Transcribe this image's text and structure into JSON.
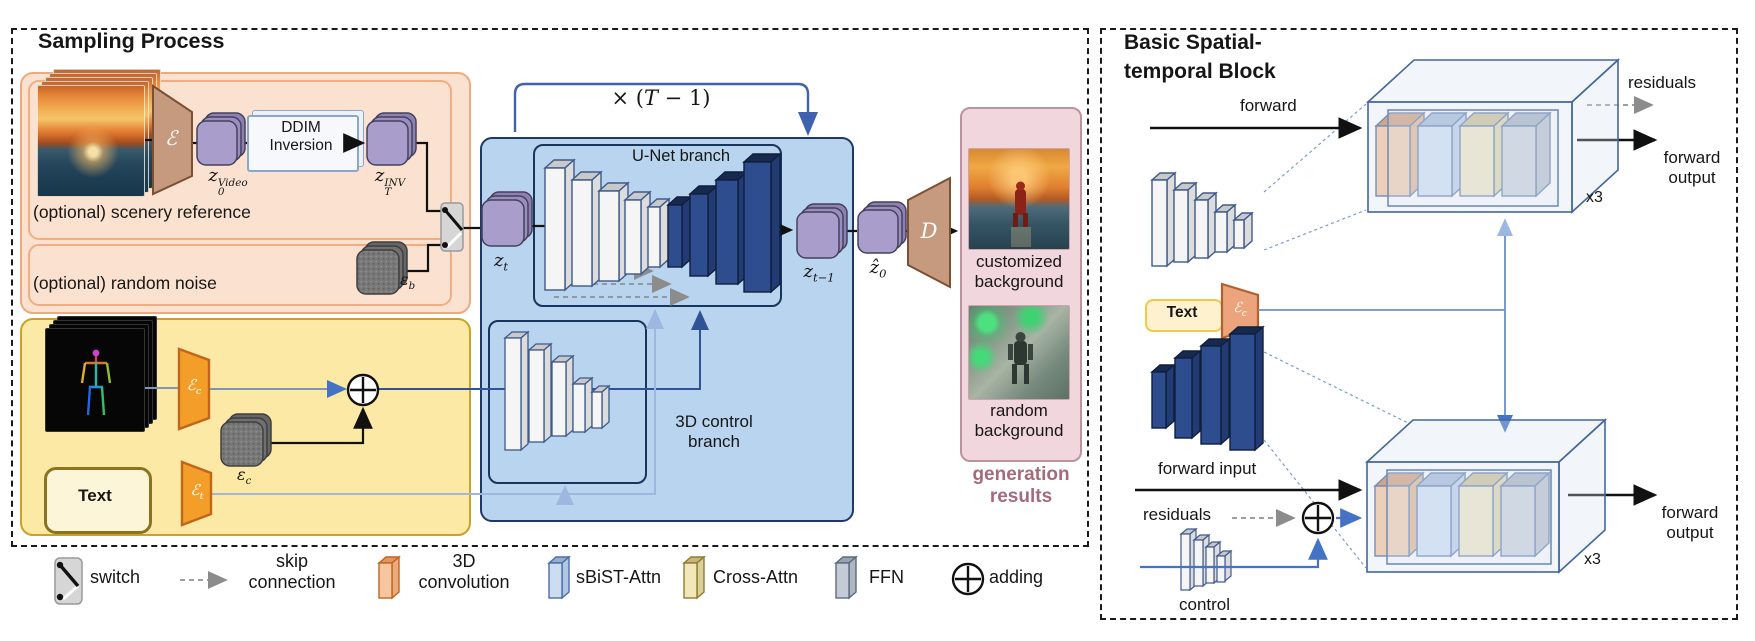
{
  "colors": {
    "panel_blue": "#b9d4ee",
    "box_orange": "#fbe2d0",
    "box_yellow": "#fce9a5",
    "results_pink": "#f1d7dd",
    "results_caption": "#a56a7b",
    "cube_purple": "#a99dcb",
    "conv_orange": "#f6c6a0",
    "attn_blue": "#ccddf2",
    "cross_yellow": "#f2e6bb",
    "ffn_gray": "#c5cbd6",
    "dark_block_blue": "#2e4d8e",
    "encoder_tan": "#c69a7f",
    "encoder_orange": "#f49e2a",
    "loop_blue": "#3f62ad"
  },
  "left": {
    "title": "Sampling Process",
    "scenery_caption": "(optional) scenery reference",
    "noise_caption": "(optional) random noise",
    "encoder": "ℰ",
    "decoder": "D",
    "ddim1": "DDIM",
    "ddim2": "Inversion",
    "z0": {
      "base": "z",
      "sup": "Video",
      "sub": "0"
    },
    "zT": {
      "base": "z",
      "sup": "INV",
      "sub": "T"
    },
    "zt": {
      "base": "z",
      "sub": "t"
    },
    "zt1": {
      "base": "z",
      "sub": "t−1"
    },
    "zhat0": {
      "base": "ẑ",
      "sub": "0"
    },
    "eps_b": {
      "base": "ε",
      "sub": "b"
    },
    "eps_c": {
      "base": "ε",
      "sub": "c"
    },
    "enc_c": {
      "base": "ℰ",
      "sub": "c"
    },
    "enc_t": {
      "base": "ℰ",
      "sub": "t"
    },
    "loop": {
      "pre": "× (",
      "t": "T",
      "post": " − 1)"
    },
    "unet_label": "U-Net branch",
    "control1": "3D control",
    "control2": "branch",
    "text_box": "Text",
    "results": {
      "c1": "customized",
      "c2": "background",
      "r1": "random",
      "r2": "background",
      "g1": "generation",
      "g2": "results"
    }
  },
  "legend": {
    "switch": "switch",
    "skip1": "skip",
    "skip2": "connection",
    "conv1": "3D",
    "conv2": "convolution",
    "sbist": "sBiST-Attn",
    "cross": "Cross-Attn",
    "ffn": "FFN",
    "adding": "adding"
  },
  "right": {
    "title1": "Basic Spatial-",
    "title2": "temporal Block",
    "forward": "forward",
    "residuals_top": "residuals",
    "out_top1": "forward",
    "out_top2": "output",
    "x3_top": "x3",
    "text_box": "Text",
    "enc_c": {
      "base": "ℰ",
      "sub": "c"
    },
    "forward_input": "forward input",
    "residuals_bottom": "residuals",
    "control": "control",
    "out_bot1": "forward",
    "out_bot2": "output",
    "x3_bot": "x3"
  }
}
